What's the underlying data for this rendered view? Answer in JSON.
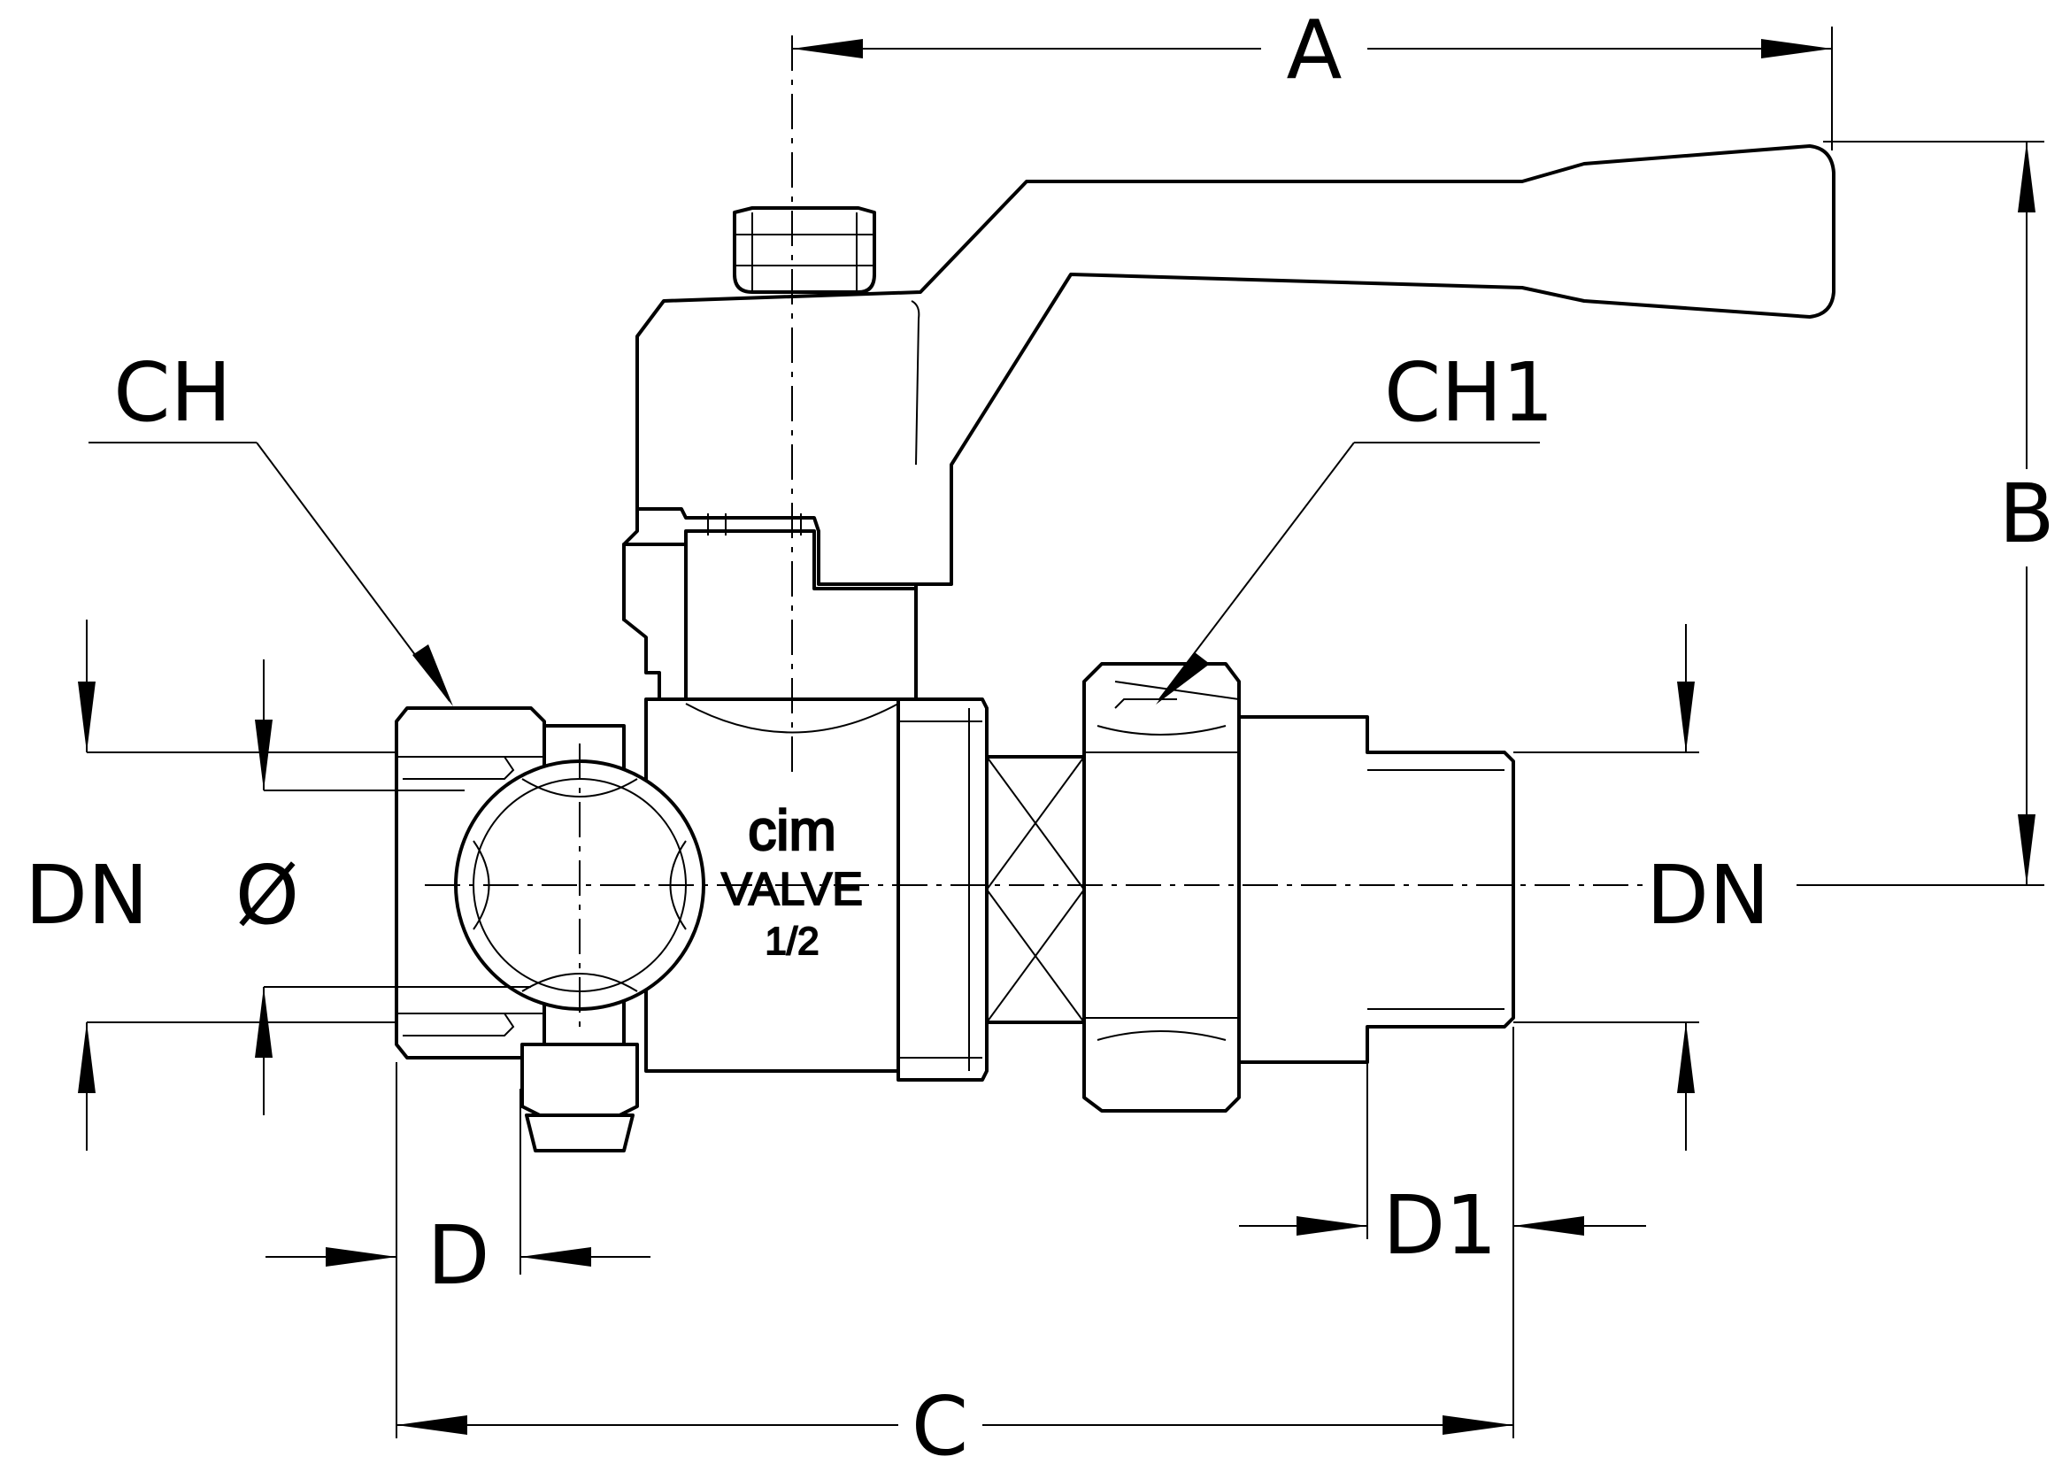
{
  "labels": {
    "A": "A",
    "B": "B",
    "C": "C",
    "D": "D",
    "D1": "D1",
    "CH": "CH",
    "CH1": "CH1",
    "DN_left": "DN",
    "DN_right": "DN",
    "diameter": "Ø"
  },
  "body_marking": {
    "brand": "cim",
    "line2": "VALVE",
    "size": "1/2"
  }
}
